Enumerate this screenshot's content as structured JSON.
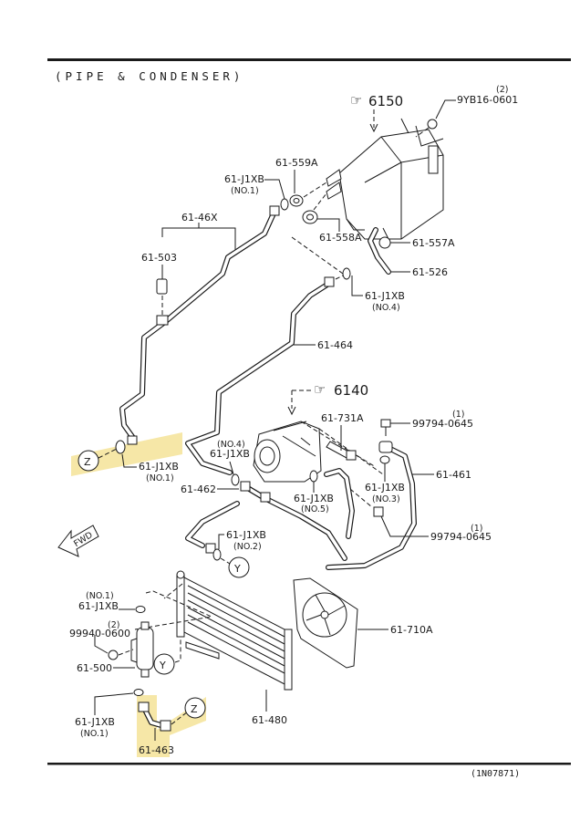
{
  "title": "(PIPE & CONDENSER)",
  "drawing_code": "(1N07871)",
  "highlight_color": "#f3df8a",
  "fwd_label": "FWD",
  "references": [
    {
      "id": "ref-6150",
      "label": "6150",
      "icon": "pointing-hand-icon"
    },
    {
      "id": "ref-6140",
      "label": "6140",
      "icon": "pointing-hand-icon"
    }
  ],
  "connectors": [
    {
      "id": "z-top",
      "label": "Z"
    },
    {
      "id": "z-bottom",
      "label": "Z"
    },
    {
      "id": "y-top",
      "label": "Y"
    },
    {
      "id": "y-bottom",
      "label": "Y"
    }
  ],
  "parts": {
    "p_9yb16": {
      "number": "9YB16-0601",
      "qty": "(2)"
    },
    "p_559a": {
      "number": "61-559A"
    },
    "p_j1xb_top": {
      "number": "61-J1XB",
      "note": "(NO.1)"
    },
    "p_46x": {
      "number": "61-46X"
    },
    "p_558a": {
      "number": "61-558A"
    },
    "p_557a": {
      "number": "61-557A"
    },
    "p_503": {
      "number": "61-503"
    },
    "p_526": {
      "number": "61-526"
    },
    "p_j1xb_no4_right": {
      "number": "61-J1XB",
      "note": "(NO.4)"
    },
    "p_464": {
      "number": "61-464"
    },
    "p_731a": {
      "number": "61-731A"
    },
    "p_99794_top": {
      "number": "99794-0645",
      "qty": "(1)"
    },
    "p_j1xb_no4_left": {
      "number": "61-J1XB",
      "note": "(NO.4)"
    },
    "p_j1xb_z": {
      "number": "61-J1XB",
      "note": "(NO.1)"
    },
    "p_j1xb_no3": {
      "number": "61-J1XB",
      "note": "(NO.3)"
    },
    "p_461": {
      "number": "61-461"
    },
    "p_462": {
      "number": "61-462"
    },
    "p_j1xb_no5": {
      "number": "61-J1XB",
      "note": "(NO.5)"
    },
    "p_99794_bottom": {
      "number": "99794-0645",
      "qty": "(1)"
    },
    "p_j1xb_no2": {
      "number": "61-J1XB",
      "note": "(NO.2)"
    },
    "p_j1xb_receiver": {
      "number": "61-J1XB",
      "note": "(NO.1)"
    },
    "p_99940": {
      "number": "99940-0600",
      "qty": "(2)"
    },
    "p_500": {
      "number": "61-500"
    },
    "p_710a": {
      "number": "61-710A"
    },
    "p_j1xb_bottom": {
      "number": "61-J1XB",
      "note": "(NO.1)"
    },
    "p_480": {
      "number": "61-480"
    },
    "p_463": {
      "number": "61-463"
    }
  }
}
